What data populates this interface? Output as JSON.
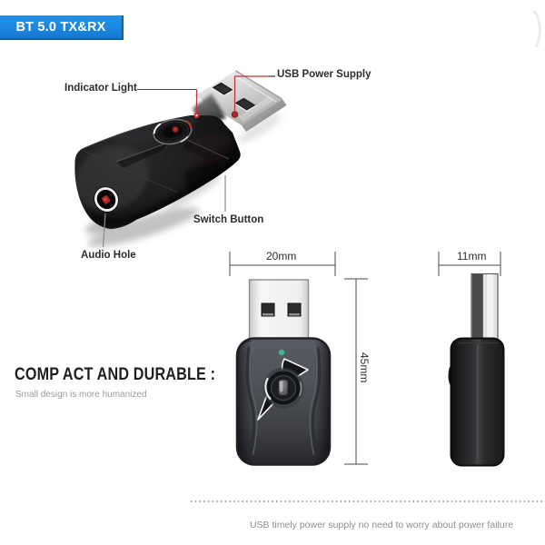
{
  "badge": {
    "label": "BT 5.0 TX&RX"
  },
  "product": {
    "name": "bluetooth-usb-adapter",
    "views": [
      "angled-photo",
      "front-view",
      "side-view"
    ]
  },
  "callouts": {
    "indicator_light": "Indicator Light",
    "usb_power_supply": "USB Power Supply",
    "switch_button": "Switch Button",
    "audio_hole": "Audio Hole"
  },
  "dimensions": {
    "front_width": "20mm",
    "body_height": "45mm",
    "side_width": "11mm"
  },
  "headline": {
    "title": "COMP ACT AND DURABLE :",
    "subtitle": "Small design is more humanized"
  },
  "footer": {
    "caption": "USB timely power supply no need to worry about power failure"
  },
  "colors": {
    "badge_blue": "#1886dd",
    "callout_red": "#c23030",
    "led_teal": "#3ab8a0",
    "body_black": "#1a1a1a",
    "text_gray": "#8d8d8d"
  }
}
